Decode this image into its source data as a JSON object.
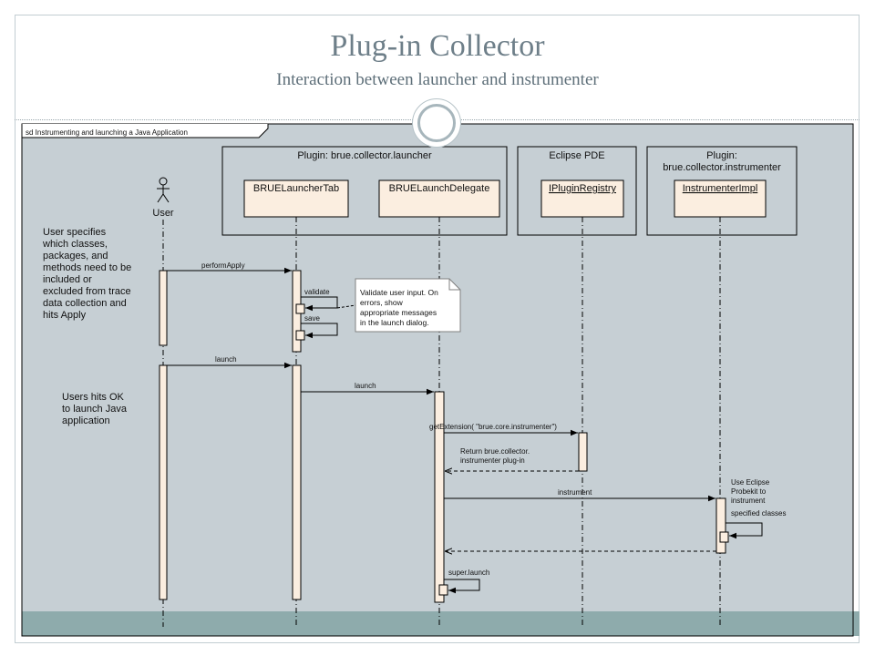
{
  "slide": {
    "title": "Plug-in Collector",
    "subtitle": "Interaction between launcher and instrumenter"
  },
  "diagram": {
    "frame_label": "sd Instrumenting and launching a Java Application",
    "actor": "User",
    "packages": {
      "launcher": "Plugin: brue.collector.launcher",
      "pde": "Eclipse PDE",
      "instrumenter_line1": "Plugin:",
      "instrumenter_line2": "brue.collector.instrumenter"
    },
    "lifelines": {
      "tab": "BRUELauncherTab",
      "delegate": "BRUELaunchDelegate",
      "registry": "IPluginRegistry",
      "impl": "InstrumenterImpl"
    },
    "notes": {
      "user_apply": [
        "User specifies",
        "which classes,",
        "packages, and",
        "methods need to be",
        "included or",
        "excluded from trace",
        "data collection and",
        "hits Apply"
      ],
      "user_ok": [
        "Users hits OK",
        "to launch Java",
        "application"
      ],
      "validate": [
        "Validate user input. On",
        "errors, show",
        "appropriate messages",
        "in the launch dialog."
      ],
      "probekit": [
        "Use Eclipse",
        "Probekit to",
        "instrument",
        "specified classes"
      ]
    },
    "messages": {
      "perform_apply": "performApply",
      "validate": "validate",
      "save": "save",
      "launch1": "launch",
      "launch2": "launch",
      "get_extension": "getExtension( \"brue.core.instrumenter\")",
      "return1": "Return brue.collector.",
      "return2": "instrumenter plug-in",
      "instrument": "instrument",
      "super_launch": "super.launch"
    }
  }
}
